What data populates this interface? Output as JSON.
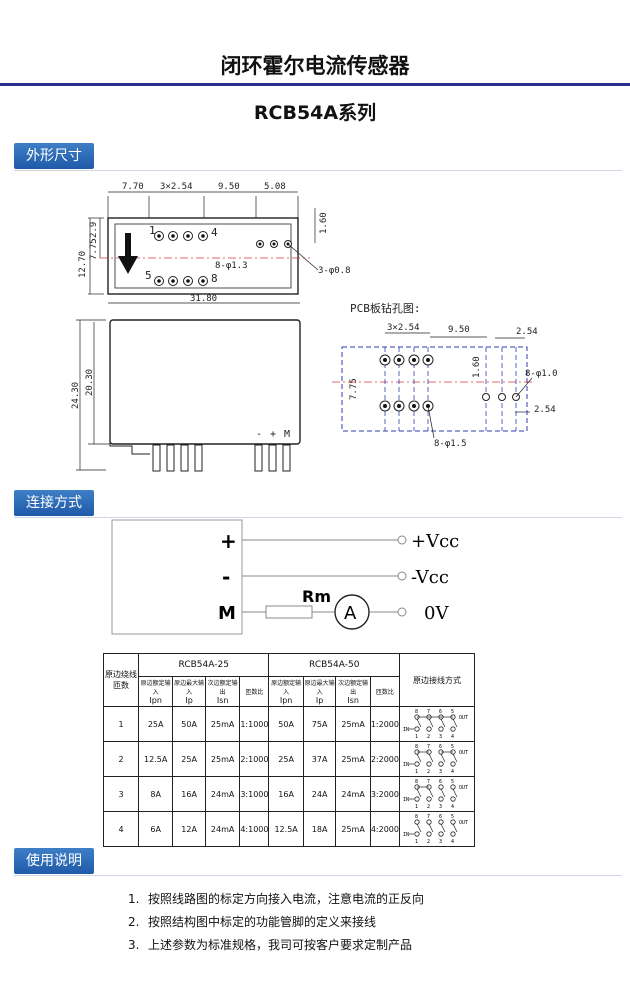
{
  "header": {
    "title": "闭环霍尔电流传感器",
    "series": "RCB54A系列"
  },
  "sections": {
    "dimensions": "外形尺寸",
    "connection": "连接方式",
    "usage": "使用说明"
  },
  "top_view": {
    "dims_top": [
      "7.70",
      "3×2.54",
      "9.50",
      "5.08"
    ],
    "dim_left_outer": "12.70",
    "dim_left_a": "2.9",
    "dim_left_b": "7.75",
    "dim_right": "1.60",
    "dim_bottom": "31.80",
    "pin_label_1": "1",
    "pin_label_4": "4",
    "pin_label_5": "5",
    "pin_label_8": "8",
    "hole_note": "8-φ1.3",
    "pin_note": "3-φ0.8"
  },
  "side_view": {
    "dim_outer": "24.30",
    "dim_inner": "20.30",
    "pin_signs": [
      "-",
      "+",
      "M"
    ]
  },
  "pcb": {
    "title": "PCB板钻孔图:",
    "dim_a": "3×2.54",
    "dim_b": "9.50",
    "dim_c": "2.54",
    "dim_d": "2.54",
    "dim_v1": "1.60",
    "dim_v2": "7.75",
    "note_small": "8-φ1.0",
    "note_big": "8-φ1.5"
  },
  "wiring": {
    "terminals": [
      "+",
      "-",
      "M"
    ],
    "resistor": "Rm",
    "meter": "A",
    "outputs": [
      "+Vcc",
      "-Vcc",
      "0V"
    ]
  },
  "table": {
    "col0": "原边绕线匝数",
    "group_a": "RCB54A-25",
    "group_b": "RCB54A-50",
    "last_col": "原边接线方式",
    "sub_headers": [
      {
        "cn": "原边额定输入",
        "sym": "Ipn"
      },
      {
        "cn": "原边最大输入",
        "sym": "Ip"
      },
      {
        "cn": "次边额定输出",
        "sym": "Isn"
      },
      {
        "cn": "匝数比",
        "sym": ""
      },
      {
        "cn": "原边额定输入",
        "sym": "Ipn"
      },
      {
        "cn": "原边最大输入",
        "sym": "Ip"
      },
      {
        "cn": "次边额定输出",
        "sym": "Isn"
      },
      {
        "cn": "匝数比",
        "sym": ""
      }
    ],
    "rows": [
      {
        "n": "1",
        "c": [
          "25A",
          "50A",
          "25mA",
          "1:1000",
          "50A",
          "75A",
          "25mA",
          "1:2000"
        ]
      },
      {
        "n": "2",
        "c": [
          "12.5A",
          "25A",
          "25mA",
          "2:1000",
          "25A",
          "37A",
          "25mA",
          "2:2000"
        ]
      },
      {
        "n": "3",
        "c": [
          "8A",
          "16A",
          "24mA",
          "3:1000",
          "16A",
          "24A",
          "24mA",
          "3:2000"
        ]
      },
      {
        "n": "4",
        "c": [
          "6A",
          "12A",
          "24mA",
          "4:1000",
          "12.5A",
          "18A",
          "25mA",
          "4:2000"
        ]
      }
    ],
    "diagram_in": "IN",
    "diagram_out": "OUT",
    "diagram_top_nums": [
      "8",
      "7",
      "6",
      "5"
    ],
    "diagram_bot_nums": [
      "1",
      "2",
      "3",
      "4"
    ]
  },
  "usage": [
    {
      "num": "1.",
      "text": "按照线路图的标定方向接入电流，注意电流的正反向"
    },
    {
      "num": "2.",
      "text": "按照结构图中标定的功能管脚的定义来接线"
    },
    {
      "num": "3.",
      "text": "上述参数为标准规格，我司可按客户要求定制产品"
    }
  ],
  "colors": {
    "accent": "#2b2f8f",
    "tab": "#2f6dbb",
    "guide": "#2f3fb0",
    "center": "#d63a3a"
  }
}
